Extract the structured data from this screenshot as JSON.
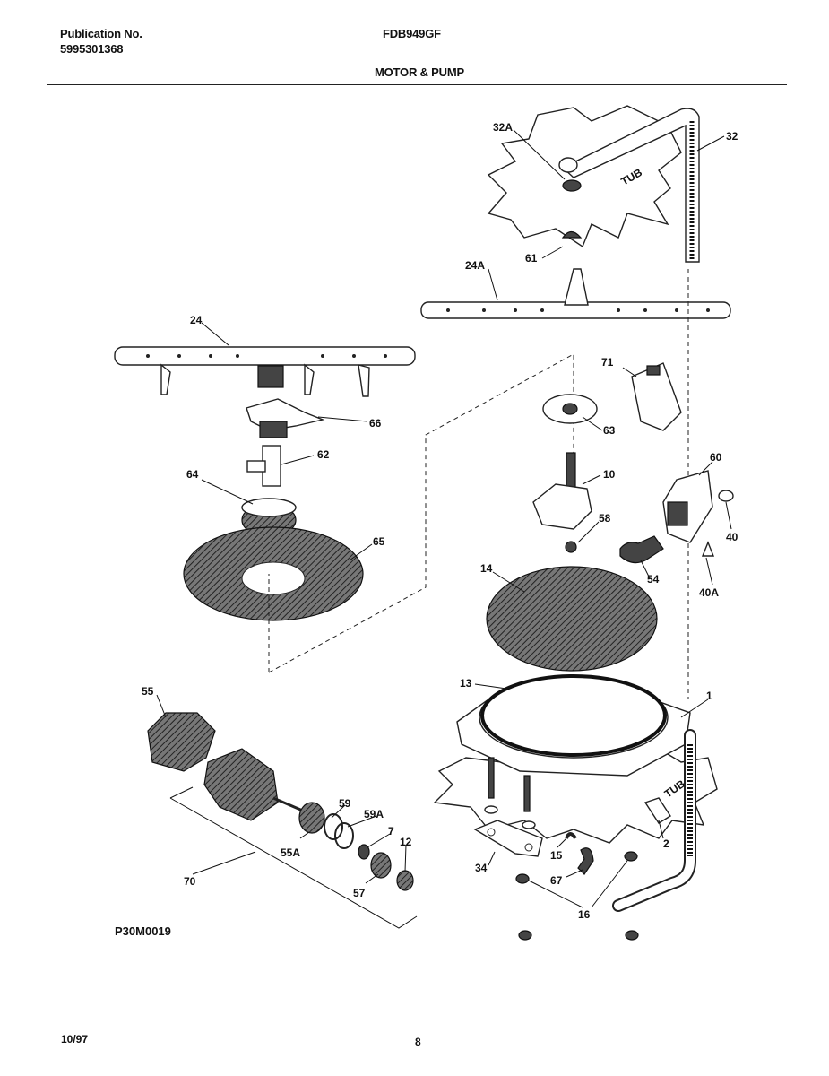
{
  "header": {
    "publication_label": "Publication No.",
    "publication_number": "5995301368",
    "model": "FDB949GF",
    "section": "MOTOR & PUMP"
  },
  "diagram": {
    "code": "P30M0019",
    "tub_label": "TUB",
    "labels": {
      "p32A": "32A",
      "p32": "32",
      "p61": "61",
      "p24A": "24A",
      "p24": "24",
      "p71": "71",
      "p66": "66",
      "p63": "63",
      "p62": "62",
      "p64": "64",
      "p10": "10",
      "p60": "60",
      "p58": "58",
      "p65": "65",
      "p40": "40",
      "p54": "54",
      "p14": "14",
      "p40A": "40A",
      "p55": "55",
      "p13": "13",
      "p1": "1",
      "p59": "59",
      "p59A": "59A",
      "p7": "7",
      "p12": "12",
      "p55A": "55A",
      "p70": "70",
      "p57": "57",
      "p2": "2",
      "p15": "15",
      "p34": "34",
      "p67": "67",
      "p16": "16"
    }
  },
  "footer": {
    "date": "10/97",
    "page": "8"
  }
}
